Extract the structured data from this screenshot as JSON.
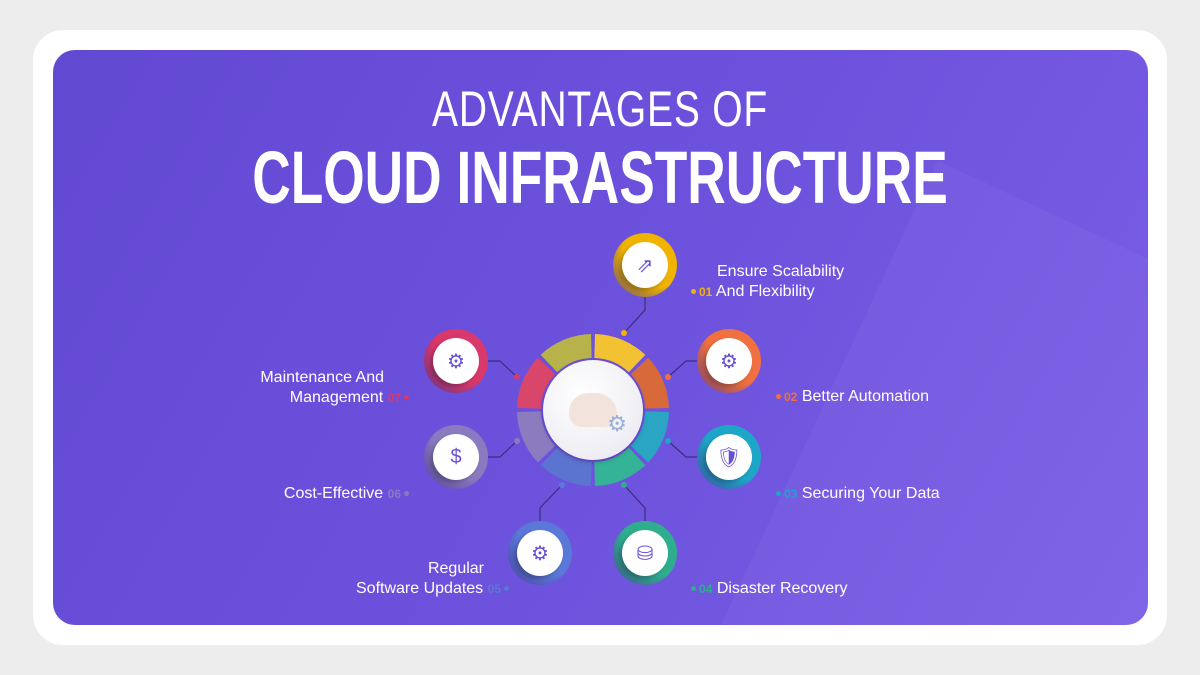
{
  "title": {
    "line1": "ADVANTAGES OF",
    "line2": "CLOUD INFRASTRUCTURE"
  },
  "center_icon": "cloud-gear-icon",
  "ring_colors": [
    "#f2c232",
    "#d86a3a",
    "#2aa6c4",
    "#35b396",
    "#5b74d0",
    "#8b7cc0",
    "#d9466c",
    "#b7b34a"
  ],
  "items": [
    {
      "num": "01",
      "line1": "Ensure Scalability",
      "line2": "And Flexibility",
      "color": "#f0b400",
      "icon": "server-scale-icon",
      "glyph": "⇗"
    },
    {
      "num": "02",
      "line1": "Better Automation",
      "line2": "",
      "color": "#f07040",
      "icon": "gear-cycle-icon",
      "glyph": "⚙"
    },
    {
      "num": "03",
      "line1": "Securing Your Data",
      "line2": "",
      "color": "#1ea6c8",
      "icon": "shield-lock-icon",
      "glyph": "🛡"
    },
    {
      "num": "04",
      "line1": "Disaster Recovery",
      "line2": "",
      "color": "#2fae8e",
      "icon": "database-fire-icon",
      "glyph": "⛁"
    },
    {
      "num": "05",
      "line1": "Regular",
      "line2": "Software Updates",
      "color": "#5a78d8",
      "icon": "software-update-icon",
      "glyph": "⚙"
    },
    {
      "num": "06",
      "line1": "Cost-Effective",
      "line2": "",
      "color": "#8a7ac0",
      "icon": "cost-chart-icon",
      "glyph": "$"
    },
    {
      "num": "07",
      "line1": "Maintenance And",
      "line2": "Management",
      "color": "#d8386a",
      "icon": "maintenance-window-icon",
      "glyph": "⚙"
    }
  ]
}
